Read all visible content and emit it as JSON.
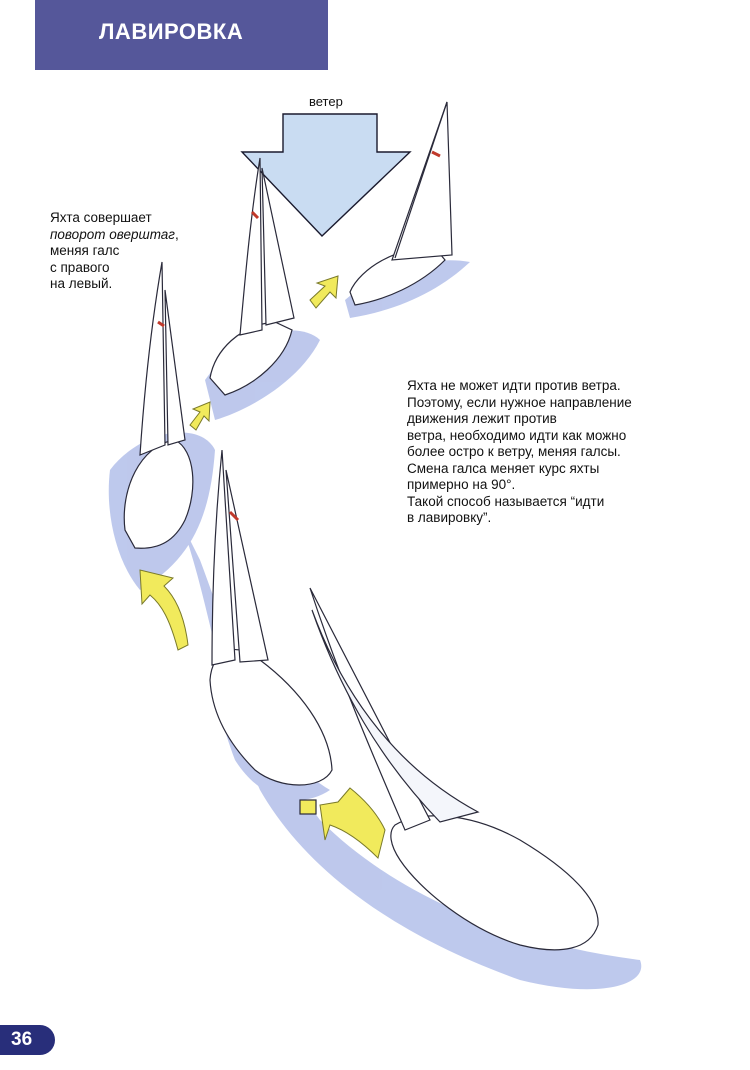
{
  "header": {
    "title": "ЛАВИРОВКА"
  },
  "wind": {
    "label": "ветер"
  },
  "note_left": {
    "line1": "Яхта совершает",
    "maneuver_italic": "поворот оверштаг",
    "line2_suffix": ",",
    "line3": "меняя галс",
    "line4": "с правого",
    "line5": "на левый."
  },
  "note_right": {
    "lines": [
      "Яхта не может идти против ветра.",
      "Поэтому, если нужное направление",
      "движения лежит против",
      "ветра, необходимо идти как можно",
      "более остро к ветру, меняя галсы.",
      "Смена галса меняет курс яхты",
      "примерно на 90°.",
      "Такой способ называется “идти",
      "в лавировку”."
    ]
  },
  "page": {
    "number": "36"
  },
  "colors": {
    "header_bg": "#55579a",
    "page_badge_bg": "#282e7a",
    "water": "#a9b6e6",
    "wind_arrow": "#c9dcf2",
    "course_arrow": "#f1ea5c"
  },
  "icons": [
    "wind-arrow-icon",
    "course-arrow-icon",
    "sailboat-icon",
    "water-wake-icon"
  ]
}
